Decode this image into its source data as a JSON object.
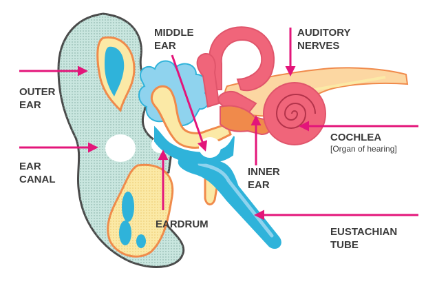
{
  "labels": {
    "outer_ear": [
      "OUTER",
      "EAR"
    ],
    "ear_canal": [
      "EAR",
      "CANAL"
    ],
    "middle_ear": [
      "MIDDLE",
      "EAR"
    ],
    "auditory_nerves": [
      "AUDITORY",
      "NERVES"
    ],
    "cochlea": "COCHLEA",
    "cochlea_sub": "[Organ of hearing]",
    "inner_ear": [
      "INNER",
      "EAR"
    ],
    "eardrum": "EARDRUM",
    "eustachian_tube": [
      "EUSTACHIAN",
      "TUBE"
    ]
  },
  "colors": {
    "arrow": "#e3157a",
    "outer_fill": "#c9e6df",
    "outline": "#4a4a4a",
    "cartilage": "#fbe9a6",
    "cartilage_edge": "#f08a4b",
    "blue": "#2fb3da",
    "light_blue": "#8fd3ee",
    "pink": "#f0657a",
    "nerve": "#fcd7a2"
  }
}
